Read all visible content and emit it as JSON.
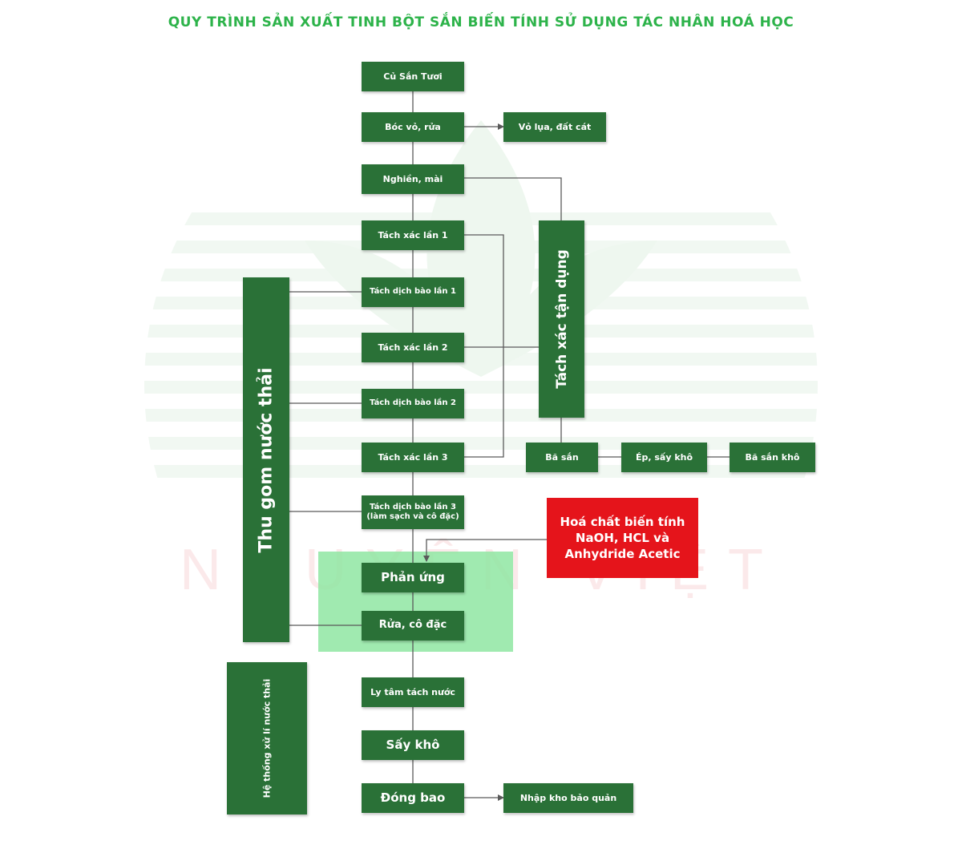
{
  "title": "QUY TRÌNH SẢN XUẤT TINH BỘT SẮN BIẾN TÍNH SỬ DỤNG TÁC NHÂN HOÁ HỌC",
  "watermark": "NGUYÊN VIỆT",
  "colors": {
    "box": "#2a7137",
    "title": "#2db34a",
    "chemical": "#e5141b",
    "highlight": "#8fe6a2",
    "line": "#5a5a5a"
  },
  "steps": {
    "cu_san_tuoi": "Củ Sắn Tươi",
    "boc_vo_rua": "Bóc vỏ, rửa",
    "vo_lua": "Vỏ lụa, đất cát",
    "nghien_mai": "Nghiền, mài",
    "tach_xac_1": "Tách xác lần 1",
    "tach_dich_1": "Tách dịch bào lần 1",
    "tach_xac_2": "Tách xác lần 2",
    "tach_dich_2": "Tách dịch bào lần 2",
    "tach_xac_3": "Tách xác lần 3",
    "tach_dich_3_line1": "Tách dịch bào lần 3",
    "tach_dich_3_line2": "(làm sạch và cô đặc)",
    "phan_ung": "Phản ứng",
    "rua_co_dac": "Rửa, cô đặc",
    "ly_tam": "Ly tâm tách nước",
    "say_kho": "Sấy khô",
    "dong_bao": "Đóng bao",
    "nhap_kho": "Nhập kho bảo quản",
    "tach_xac_tan_dung": "Tách xác tận dụng",
    "ba_san": "Bã sắn",
    "ep_say_kho": "Ép, sấy khô",
    "ba_san_kho": "Bã sắn khô",
    "thu_gom": "Thu gom nước thải",
    "he_thong": "Hệ thống xử lí nước thải"
  },
  "chemical": {
    "line1": "Hoá chất biến tính",
    "line2": "NaOH, HCL và",
    "line3": "Anhydride Acetic"
  }
}
